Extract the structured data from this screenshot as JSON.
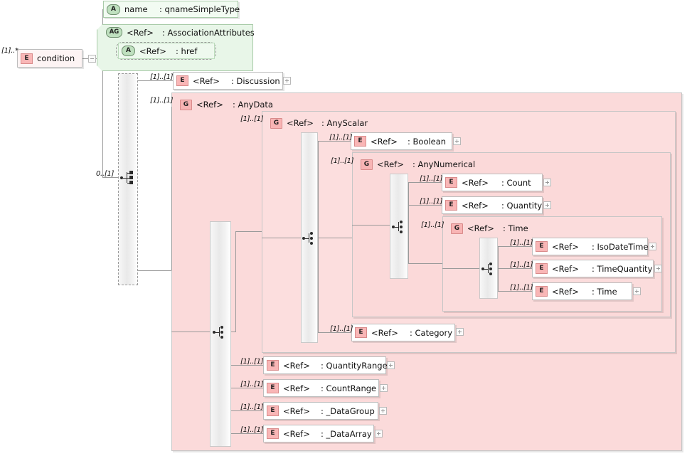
{
  "diagram": {
    "title": "condition element XSD structure diagram",
    "root": {
      "kind": "element",
      "badge": "E",
      "name": "condition",
      "cardinality": "[1]..*",
      "toggle": "minus"
    },
    "attributes": [
      {
        "badge": "A",
        "name": "name",
        "type": ": qnameSimpleType"
      },
      {
        "badge": "AG",
        "name": "<Ref>",
        "type": ": AssociationAttributes",
        "children": [
          {
            "badge": "A",
            "name": "<Ref>",
            "type": ": href",
            "optional": true
          }
        ]
      }
    ],
    "sequence": {
      "cardinality": "0..[1]",
      "compositor": "sequence",
      "optional": true,
      "items": [
        {
          "badge": "E",
          "name": "<Ref>",
          "type": ": Discussion",
          "cardinality": "[1]..[1]",
          "toggle": "plus"
        },
        {
          "badge": "G",
          "name": "<Ref>",
          "type": ": AnyData",
          "cardinality": "[1]..[1]",
          "compositor": "choice",
          "items": [
            {
              "badge": "G",
              "name": "<Ref>",
              "type": ": AnyScalar",
              "cardinality": "[1]..[1]",
              "compositor": "choice",
              "items": [
                {
                  "badge": "E",
                  "name": "<Ref>",
                  "type": ": Boolean",
                  "cardinality": "[1]..[1]",
                  "toggle": "plus"
                },
                {
                  "badge": "G",
                  "name": "<Ref>",
                  "type": ": AnyNumerical",
                  "cardinality": "[1]..[1]",
                  "compositor": "choice",
                  "items": [
                    {
                      "badge": "E",
                      "name": "<Ref>",
                      "type": ": Count",
                      "cardinality": "[1]..[1]",
                      "toggle": "plus"
                    },
                    {
                      "badge": "E",
                      "name": "<Ref>",
                      "type": ": Quantity",
                      "cardinality": "[1]..[1]",
                      "toggle": "plus"
                    },
                    {
                      "badge": "G",
                      "name": "<Ref>",
                      "type": ": Time",
                      "cardinality": "[1]..[1]",
                      "compositor": "choice",
                      "items": [
                        {
                          "badge": "E",
                          "name": "<Ref>",
                          "type": ": IsoDateTime",
                          "cardinality": "[1]..[1]",
                          "toggle": "plus"
                        },
                        {
                          "badge": "E",
                          "name": "<Ref>",
                          "type": ": TimeQuantity",
                          "cardinality": "[1]..[1]",
                          "toggle": "plus"
                        },
                        {
                          "badge": "E",
                          "name": "<Ref>",
                          "type": ": Time",
                          "cardinality": "[1]..[1]",
                          "toggle": "plus"
                        }
                      ]
                    }
                  ]
                },
                {
                  "badge": "E",
                  "name": "<Ref>",
                  "type": ": Category",
                  "cardinality": "[1]..[1]",
                  "toggle": "plus"
                }
              ]
            },
            {
              "badge": "E",
              "name": "<Ref>",
              "type": ": QuantityRange",
              "cardinality": "[1]..[1]",
              "toggle": "plus"
            },
            {
              "badge": "E",
              "name": "<Ref>",
              "type": ": CountRange",
              "cardinality": "[1]..[1]",
              "toggle": "plus"
            },
            {
              "badge": "E",
              "name": "<Ref>",
              "type": ": _DataGroup",
              "cardinality": "[1]..[1]",
              "toggle": "plus"
            },
            {
              "badge": "E",
              "name": "<Ref>",
              "type": ": _DataArray",
              "cardinality": "[1]..[1]",
              "toggle": "plus"
            }
          ]
        }
      ]
    }
  },
  "labels": {
    "badge_E": "E",
    "badge_G": "G",
    "badge_A": "A",
    "badge_AG": "AG",
    "ref": "<Ref>",
    "card_1_star": "[1]..*",
    "card_1_1": "[1]..[1]",
    "card_0_1": "0..[1]",
    "name_attr": "name",
    "type_qname": ": qnameSimpleType",
    "type_assocattrs": ": AssociationAttributes",
    "type_href": ": href",
    "cond": "condition",
    "t_discussion": ": Discussion",
    "t_anydata": ": AnyData",
    "t_anyscalar": ": AnyScalar",
    "t_boolean": ": Boolean",
    "t_anynumerical": ": AnyNumerical",
    "t_count": ": Count",
    "t_quantity": ": Quantity",
    "t_time": ": Time",
    "t_isodatetime": ": IsoDateTime",
    "t_timequantity": ": TimeQuantity",
    "t_time2": ": Time",
    "t_category": ": Category",
    "t_quantityrange": ": QuantityRange",
    "t_countrange": ": CountRange",
    "t_datagroup": ": _DataGroup",
    "t_dataarray": ": _DataArray"
  },
  "colors": {
    "element_accent": "#f9b6b6",
    "attribute_accent": "#bfe0bf",
    "panel_pink": "#fbdada",
    "line": "#9a9a9a"
  }
}
